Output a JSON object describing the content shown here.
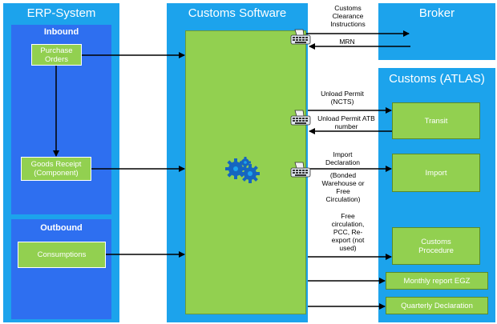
{
  "erp": {
    "title": "ERP-System",
    "inbound": {
      "title": "Inbound",
      "purchase_orders": "Purchase Orders",
      "goods_receipt": "Goods Receipt (Component)"
    },
    "outbound": {
      "title": "Outbound",
      "consumptions": "Consumptions"
    }
  },
  "customs_software": {
    "title": "Customs Software"
  },
  "broker": {
    "title": "Broker"
  },
  "atlas": {
    "title": "Customs (ATLAS)",
    "transit": "Transit",
    "import": "Import",
    "customs_procedure": "Customs Procedure",
    "monthly_report": "Monthly report EGZ",
    "quarterly_declaration": "Quarterly Declaration"
  },
  "labels": {
    "clearance_instructions": "Customs Clearance Instructions",
    "mrn": "MRN",
    "unload_permit_ncts": "Unload Permit (NCTS)",
    "unload_permit_atb": "Unload Permit ATB number",
    "import_declaration": "Import Declaration",
    "bonded": "(Bonded Warehouse or Free Circulation)",
    "free_circulation": "Free circulation, PCC, Re-export (not used)"
  },
  "colors": {
    "panel": "#1ca3ec",
    "sub_panel": "#2e6ff0",
    "green": "#92d050",
    "gear": "#1565c0"
  }
}
